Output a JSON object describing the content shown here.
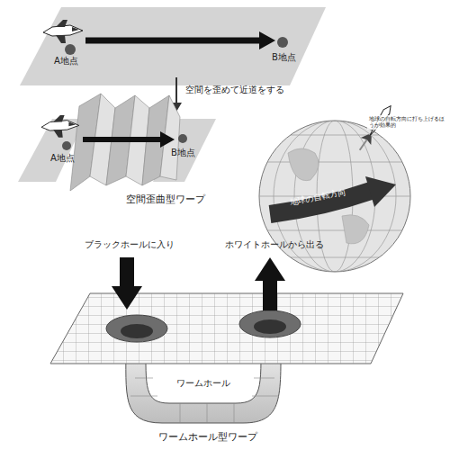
{
  "diagram": {
    "labels": [
      "A地点",
      "B地点",
      "空間を歪めて近道をする",
      "A地点",
      "B地点",
      "空間歪曲型ワープ",
      "地球の自転方向に打ち上げるほうが効果的",
      "地球の自転方向",
      "ブラックホールに入り",
      "ホワイトホールから出る",
      "ワームホール",
      "ワームホール型ワープ"
    ]
  }
}
